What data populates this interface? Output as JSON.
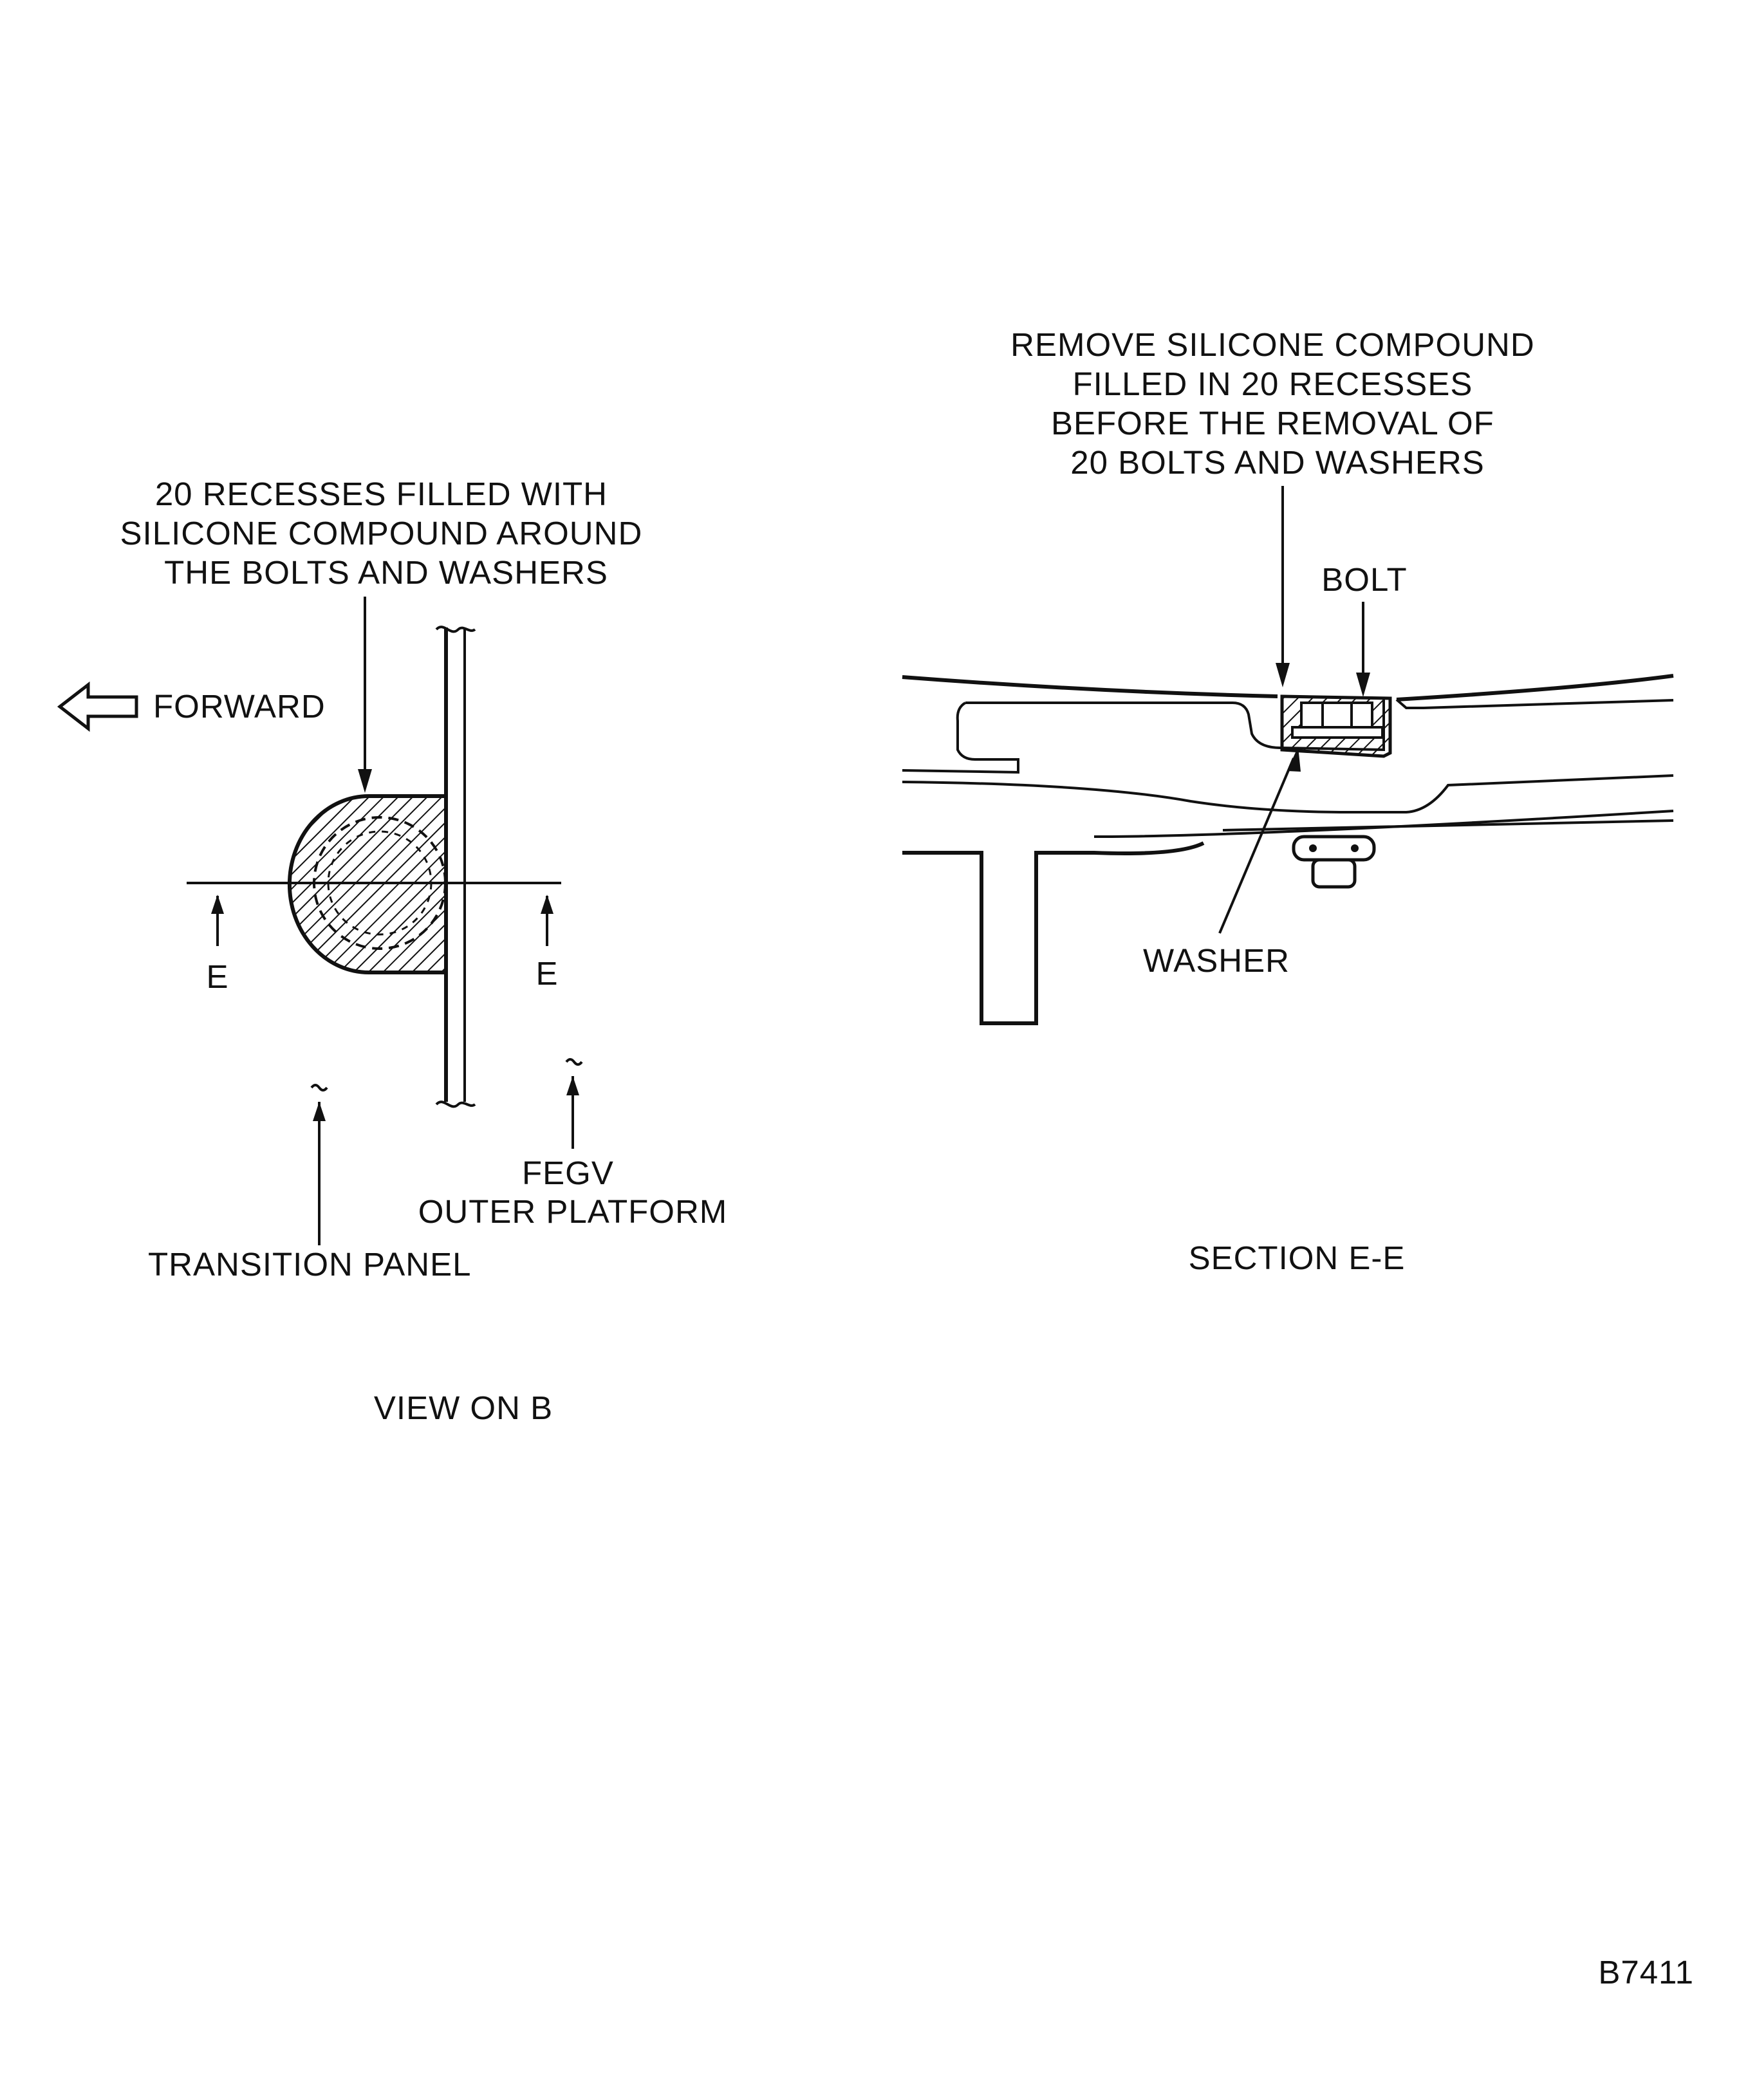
{
  "view_b": {
    "note": [
      "20 RECESSES FILLED WITH",
      "SILICONE COMPOUND AROUND",
      "THE BOLTS AND WASHERS"
    ],
    "forward": "FORWARD",
    "section_mark_left": "E",
    "section_mark_right": "E",
    "fegv": [
      "FEGV",
      "OUTER PLATFORM"
    ],
    "transition_panel": "TRANSITION PANEL",
    "caption": "VIEW ON B"
  },
  "section_ee": {
    "note": [
      "REMOVE SILICONE COMPOUND",
      "FILLED IN 20 RECESSES",
      "BEFORE THE REMOVAL OF",
      "20 BOLTS AND WASHERS"
    ],
    "bolt": "BOLT",
    "washer": "WASHER",
    "caption": "SECTION E-E"
  },
  "figure_id": "B7411"
}
